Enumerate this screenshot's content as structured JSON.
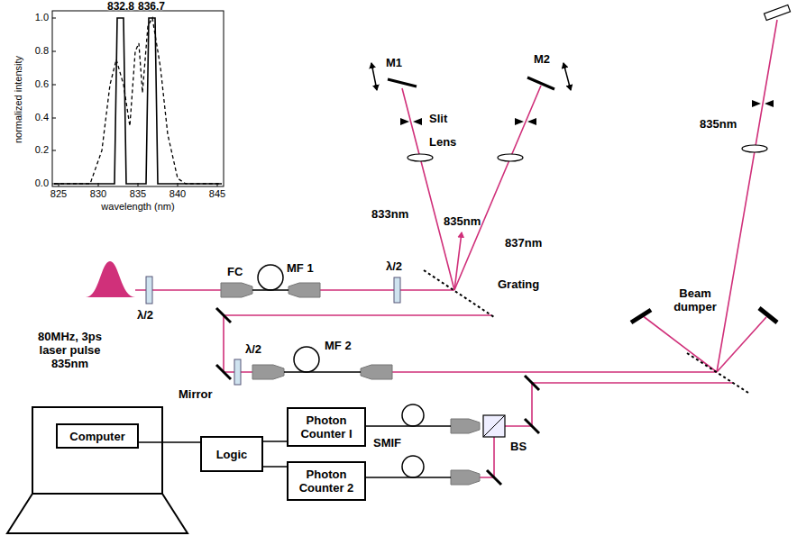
{
  "diagram": {
    "nodes": [
      {
        "text": [
          "Computer"
        ]
      },
      {
        "text": [
          "Logic"
        ]
      },
      {
        "text": [
          "Photon Counter I"
        ]
      },
      {
        "text": [
          "Photon Counter 2"
        ]
      }
    ],
    "edges": [
      {
        "from": 0,
        "to": 1,
        "arrow": "none"
      },
      {
        "from": 1,
        "to": 2,
        "arrow": "none"
      },
      {
        "from": 1,
        "to": 3,
        "arrow": "none"
      }
    ],
    "labels": [
      "832.8",
      "836.7",
      "1.0",
      "0.8",
      "0.6",
      "0.4",
      "0.2",
      "0.0",
      "825",
      "830",
      "835",
      "840",
      "845",
      "normalized intensity",
      "wavelength (nm)",
      "M1",
      "M2",
      "Slit",
      "Lens",
      "833nm",
      "835nm",
      "837nm",
      "Grating",
      "80MHz, 3ps laser pulse 835nm",
      "λ/2",
      "FC",
      "MF 1",
      "λ/2",
      "Mirror",
      "λ/2",
      "MF 2",
      "835nm",
      "Beam dumper",
      "BS",
      "SMIF"
    ]
  }
}
